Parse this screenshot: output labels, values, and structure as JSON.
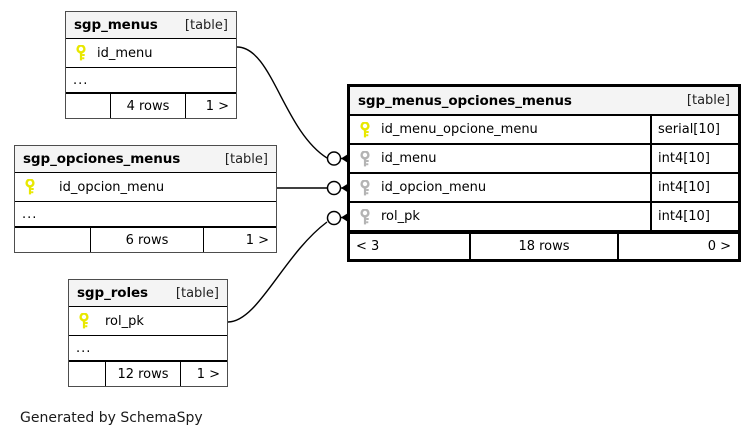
{
  "diagram": {
    "caption": "Generated by SchemaSpy",
    "table_tag": "[table]",
    "ellipsis": "...",
    "colors": {
      "pk_key": "#e8e800",
      "fk_key": "#b4b4b4",
      "header_bg": "#f4f4f4",
      "border": "#000000",
      "text": "#000000"
    }
  },
  "tables": {
    "sgp_menus": {
      "name": "sgp_menus",
      "tag": "[table]",
      "columns": [
        {
          "icon": "pk-key-icon",
          "key": "primary",
          "name": "id_menu",
          "type": ""
        }
      ],
      "more_indicator": "...",
      "footer": {
        "left": "",
        "middle": "4 rows",
        "right": "1 >"
      }
    },
    "sgp_opciones_menus": {
      "name": "sgp_opciones_menus",
      "tag": "[table]",
      "columns": [
        {
          "icon": "pk-key-icon",
          "key": "primary",
          "name": "id_opcion_menu",
          "type": ""
        }
      ],
      "more_indicator": "...",
      "footer": {
        "left": "",
        "middle": "6 rows",
        "right": "1 >"
      }
    },
    "sgp_roles": {
      "name": "sgp_roles",
      "tag": "[table]",
      "columns": [
        {
          "icon": "pk-key-icon",
          "key": "primary",
          "name": "rol_pk",
          "type": ""
        }
      ],
      "more_indicator": "...",
      "footer": {
        "left": "",
        "middle": "12 rows",
        "right": "1 >"
      }
    },
    "sgp_menus_opciones_menus": {
      "name": "sgp_menus_opciones_menus",
      "tag": "[table]",
      "columns": [
        {
          "icon": "pk-key-icon",
          "key": "primary",
          "name": "id_menu_opcione_menu",
          "type": "serial[10]"
        },
        {
          "icon": "fk-key-icon",
          "key": "foreign",
          "name": "id_menu",
          "type": "int4[10]"
        },
        {
          "icon": "fk-key-icon",
          "key": "foreign",
          "name": "id_opcion_menu",
          "type": "int4[10]"
        },
        {
          "icon": "fk-key-icon",
          "key": "foreign",
          "name": "rol_pk",
          "type": "int4[10]"
        }
      ],
      "footer": {
        "left": "< 3",
        "middle": "18 rows",
        "right": "0 >"
      }
    }
  },
  "relationships": [
    {
      "from": "sgp_menus",
      "from_column": "id_menu",
      "to": "sgp_menus_opciones_menus",
      "to_column": "id_menu",
      "notation": "zero-or-many"
    },
    {
      "from": "sgp_opciones_menus",
      "from_column": "id_opcion_menu",
      "to": "sgp_menus_opciones_menus",
      "to_column": "id_opcion_menu",
      "notation": "zero-or-many"
    },
    {
      "from": "sgp_roles",
      "from_column": "rol_pk",
      "to": "sgp_menus_opciones_menus",
      "to_column": "rol_pk",
      "notation": "zero-or-many"
    }
  ]
}
